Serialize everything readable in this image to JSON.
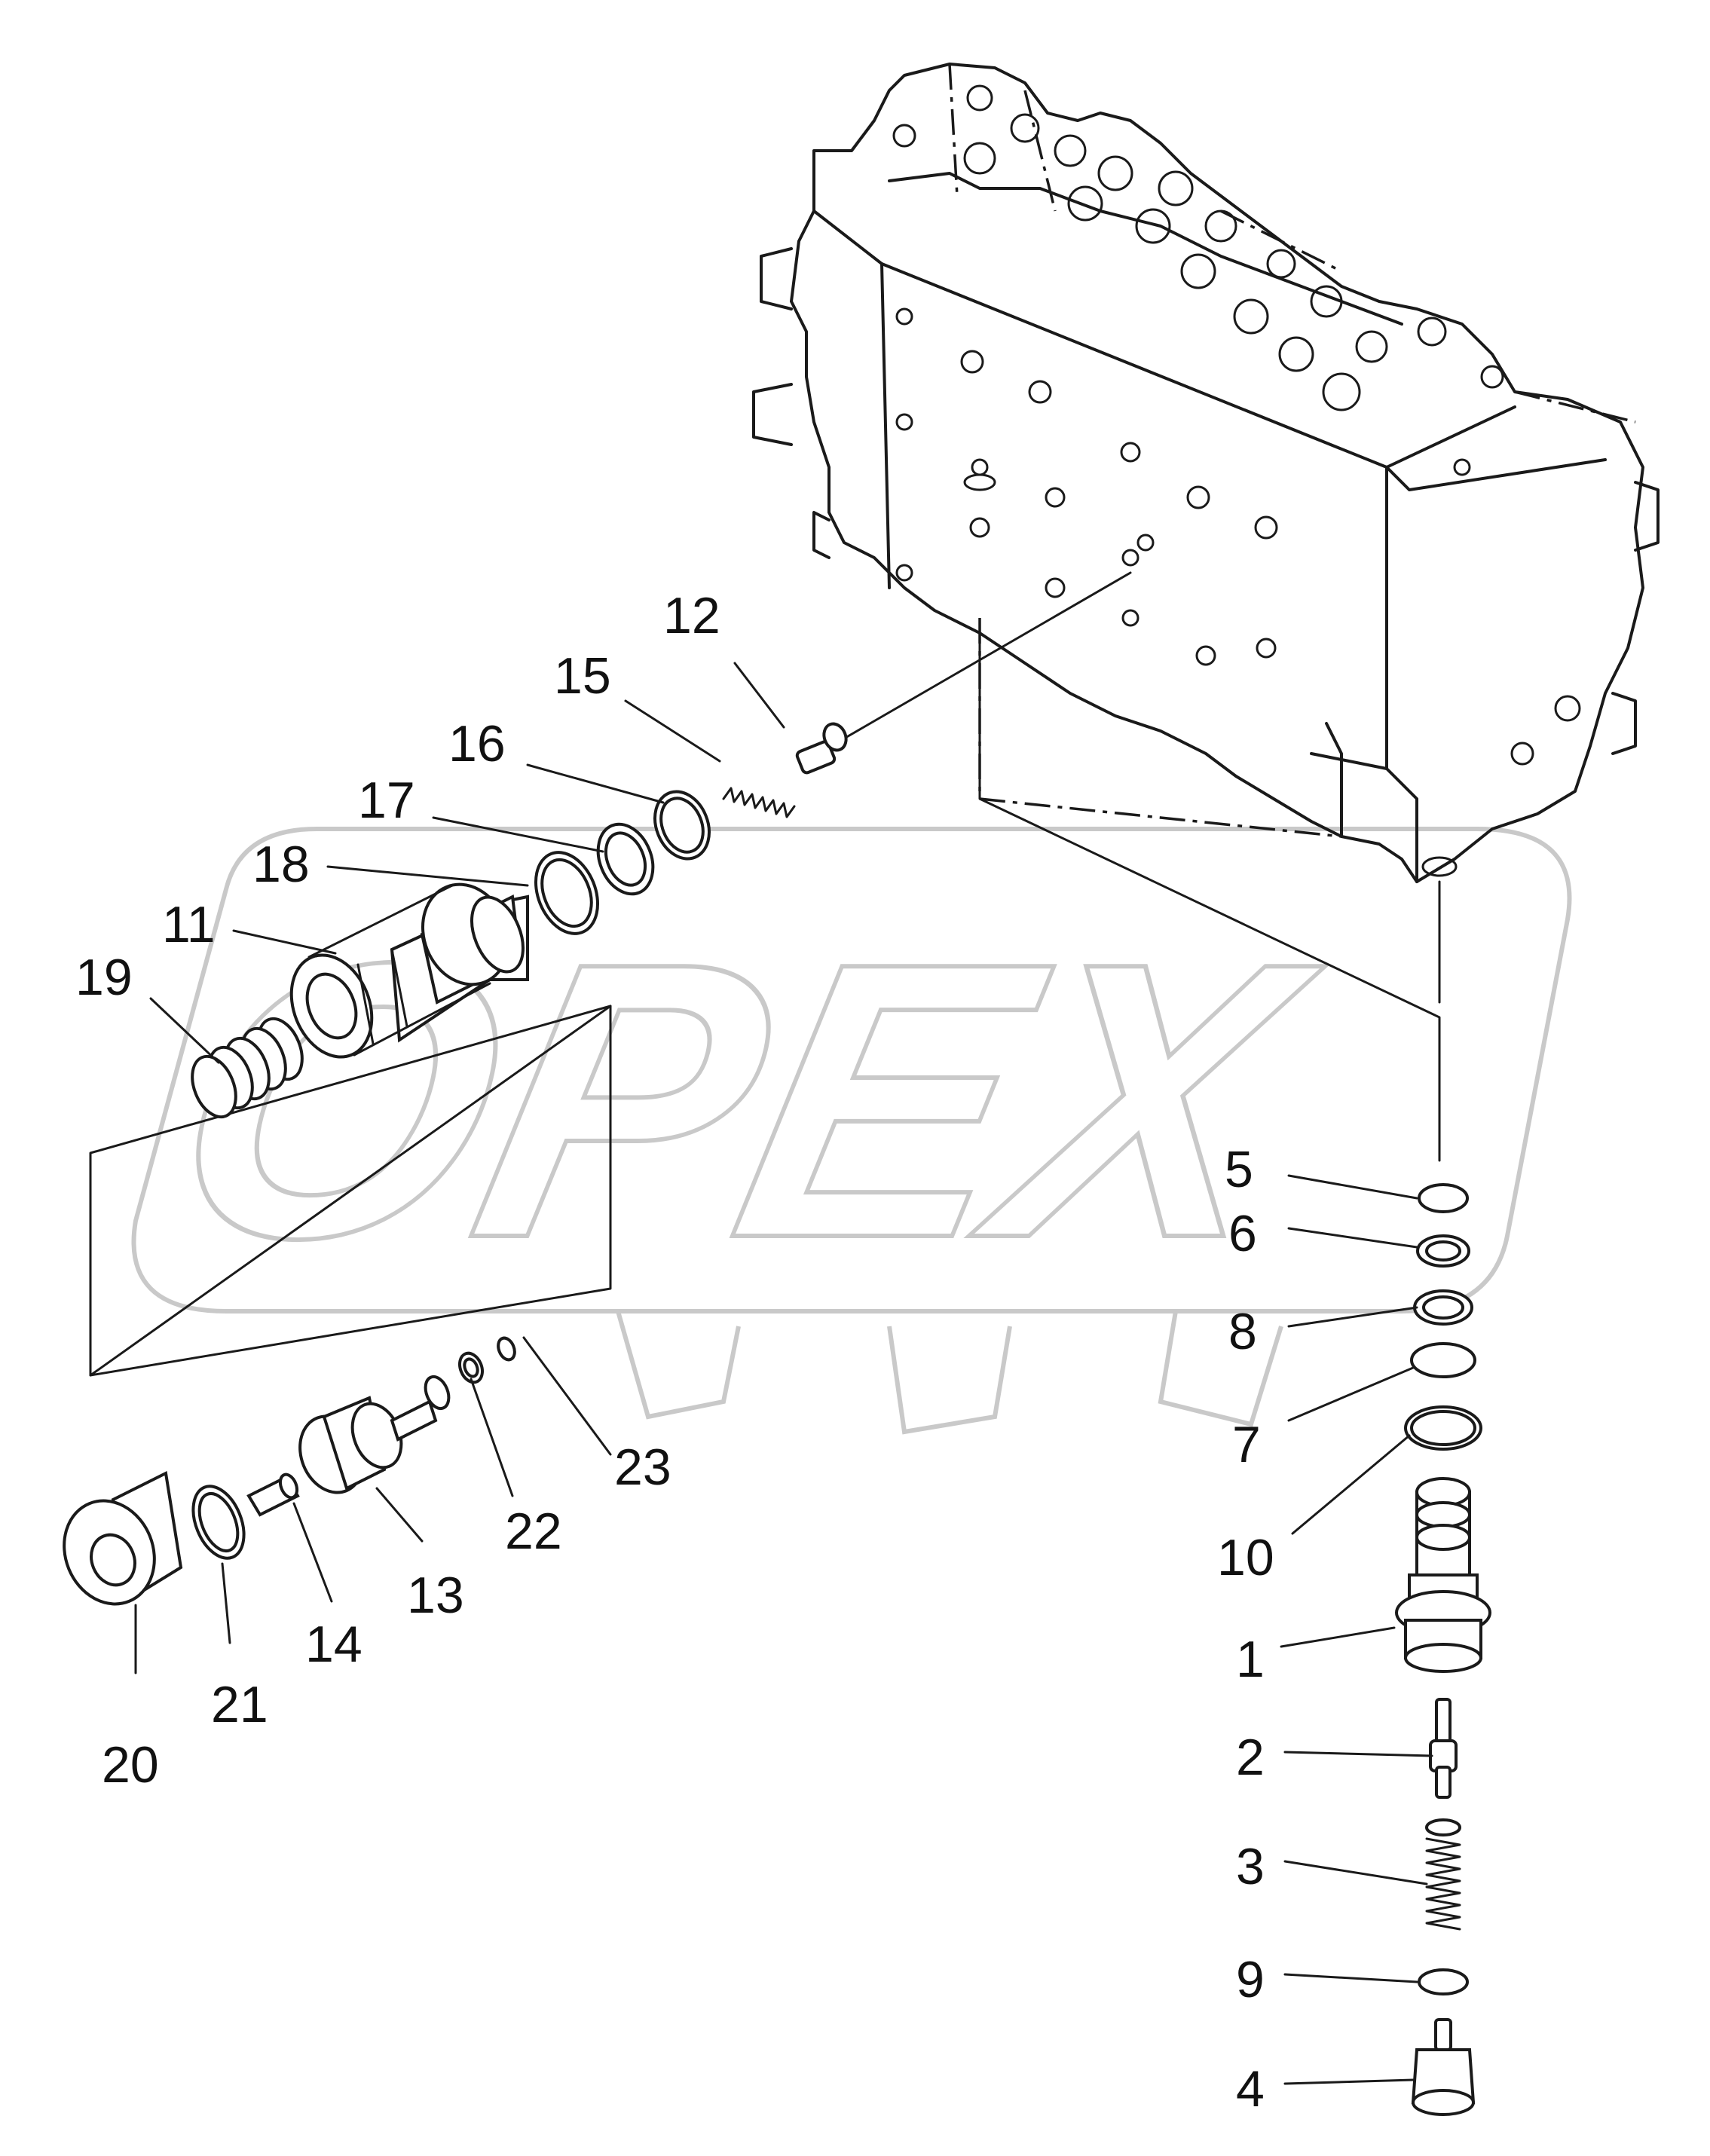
{
  "watermark": {
    "text": "OPEX"
  },
  "callouts": {
    "n1": "1",
    "n2": "2",
    "n3": "3",
    "n4": "4",
    "n5": "5",
    "n6": "6",
    "n7": "7",
    "n8": "8",
    "n9": "9",
    "n10": "10",
    "n11": "11",
    "n12": "12",
    "n13": "13",
    "n14": "14",
    "n15": "15",
    "n16": "16",
    "n17": "17",
    "n18": "18",
    "n19": "19",
    "n20": "20",
    "n21": "21",
    "n22": "22",
    "n23": "23"
  },
  "colors": {
    "line": "#1a1a1a",
    "watermark": "#c9c9c9",
    "background": "#ffffff"
  }
}
